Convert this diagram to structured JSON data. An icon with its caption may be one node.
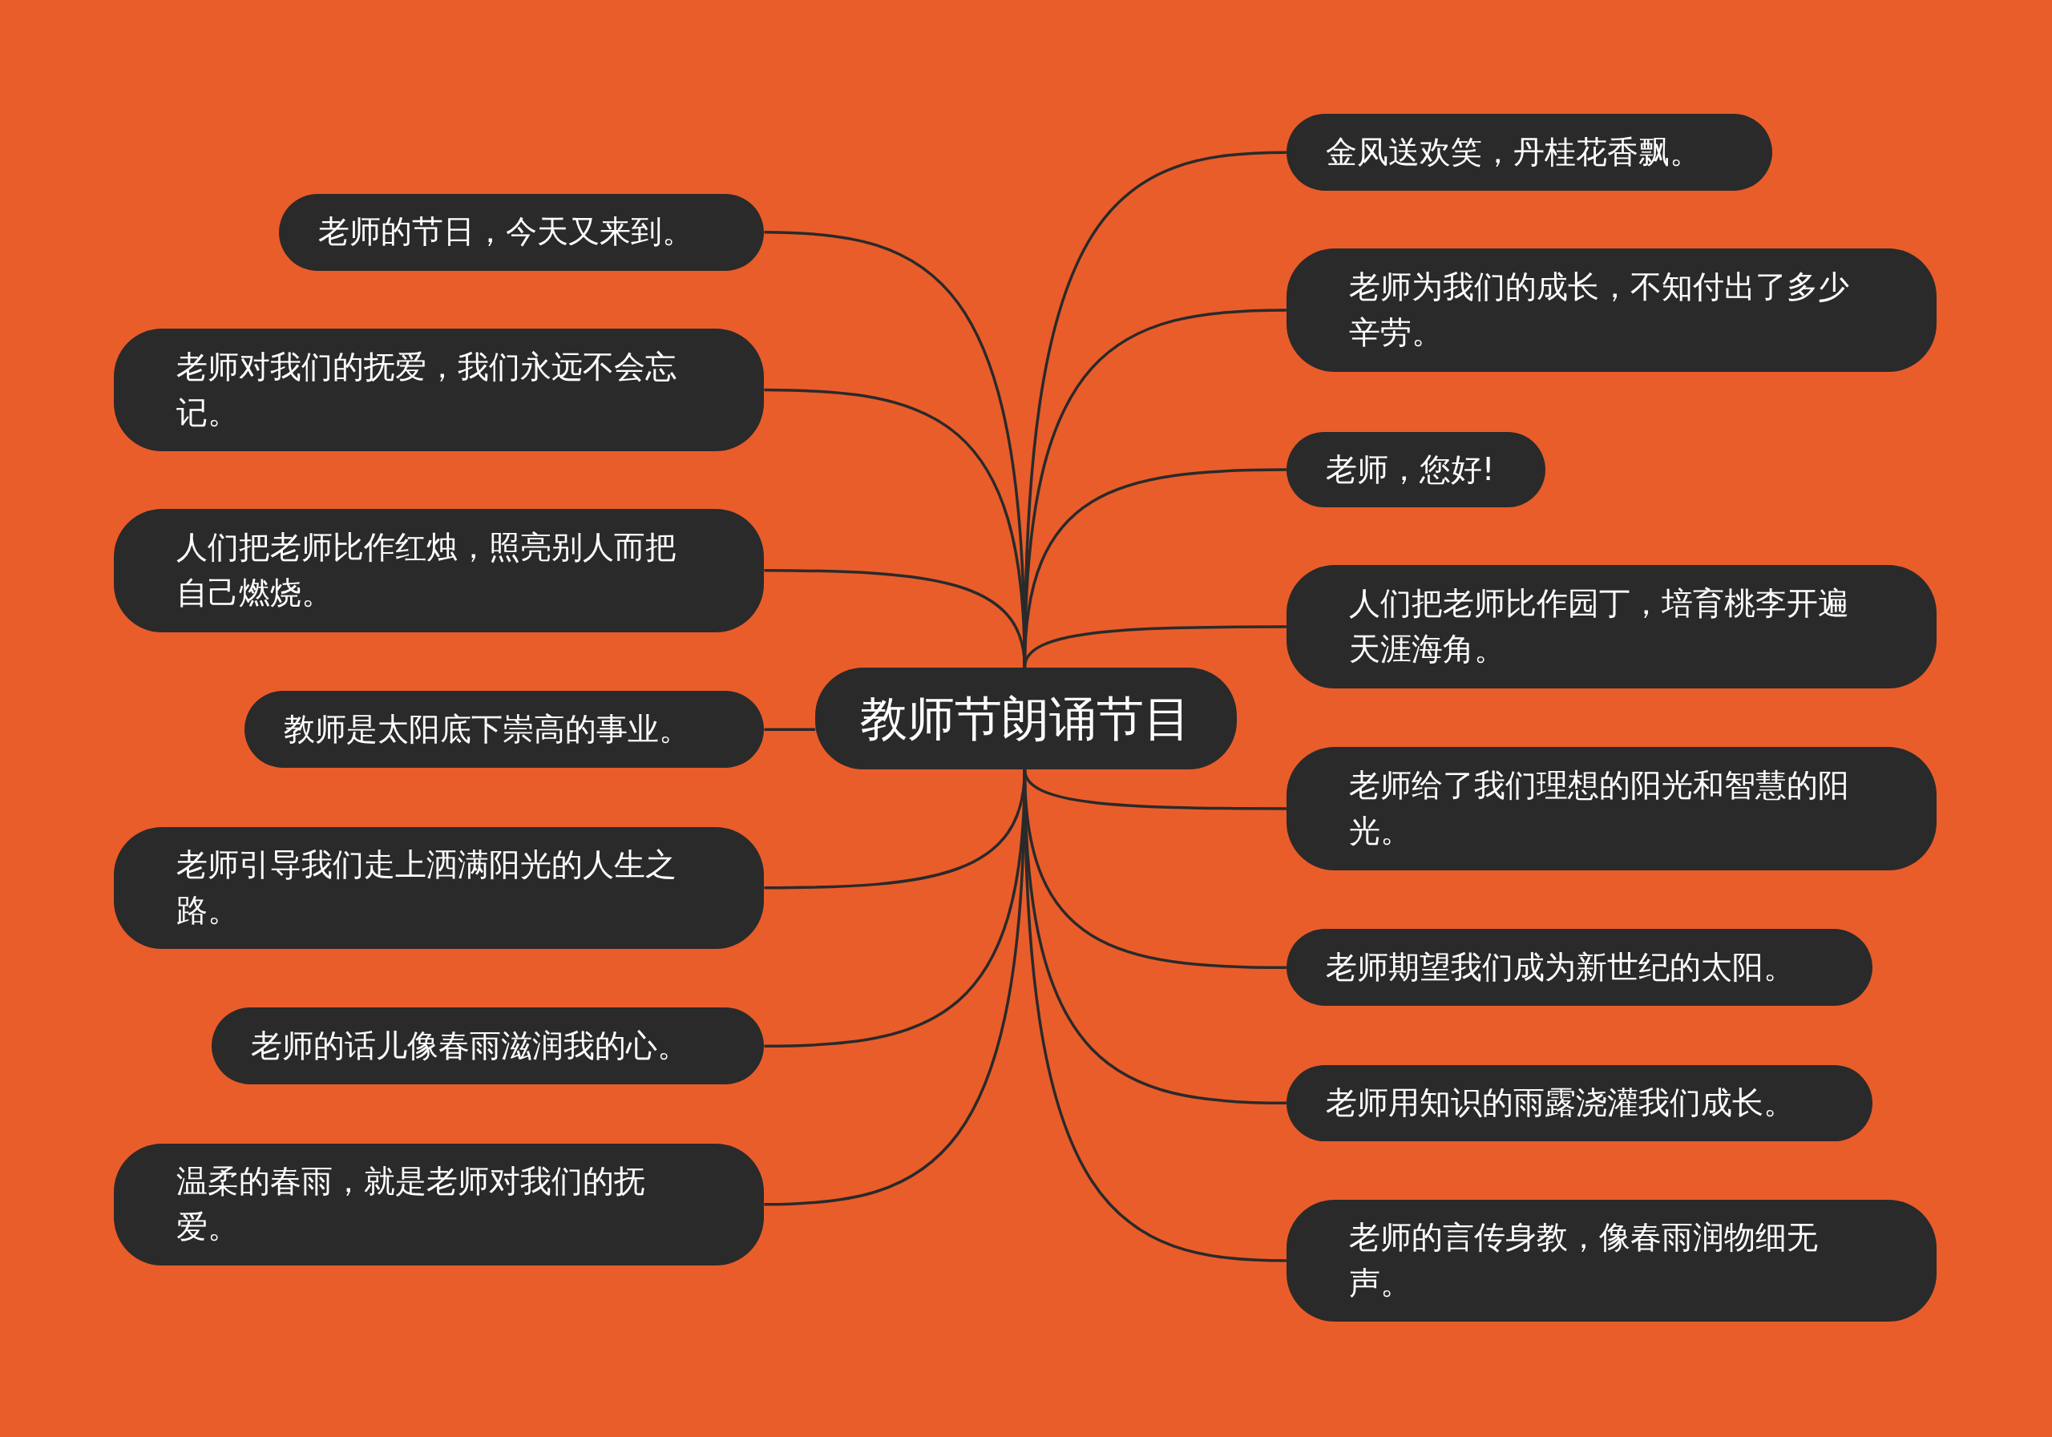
{
  "diagram": {
    "nodes": [
      {
        "text": [
          "教师节朗诵节目"
        ]
      },
      {
        "text": [
          "老师的节日，今天又来到。"
        ]
      },
      {
        "text": [
          "老师对我们的抚爱，我们永远不会忘记。"
        ]
      },
      {
        "text": [
          "人们把老师比作红烛，照亮别人而把自己燃烧。"
        ]
      },
      {
        "text": [
          "教师是太阳底下崇高的事业。"
        ]
      },
      {
        "text": [
          "老师引导我们走上洒满阳光的人生之路。"
        ]
      },
      {
        "text": [
          "老师的话儿像春雨滋润我的心。"
        ]
      },
      {
        "text": [
          "温柔的春雨，就是老师对我们的抚爱。"
        ]
      },
      {
        "text": [
          "金风送欢笑，丹桂花香飘。"
        ]
      },
      {
        "text": [
          "老师为我们的成长，不知付出了多少辛劳。"
        ]
      },
      {
        "text": [
          "老师，您好!"
        ]
      },
      {
        "text": [
          "人们把老师比作园丁，培育桃李开遍天涯海角。"
        ]
      },
      {
        "text": [
          "老师给了我们理想的阳光和智慧的阳光。"
        ]
      },
      {
        "text": [
          "老师期望我们成为新世纪的太阳。"
        ]
      },
      {
        "text": [
          "老师用知识的雨露浇灌我们成长。"
        ]
      },
      {
        "text": [
          "老师的言传身教，像春雨润物细无声。"
        ]
      }
    ],
    "edges": [
      {
        "from": 0,
        "to": 1,
        "arrow": "none"
      },
      {
        "from": 0,
        "to": 2,
        "arrow": "none"
      },
      {
        "from": 0,
        "to": 3,
        "arrow": "none"
      },
      {
        "from": 0,
        "to": 4,
        "arrow": "none"
      },
      {
        "from": 0,
        "to": 5,
        "arrow": "none"
      },
      {
        "from": 0,
        "to": 6,
        "arrow": "none"
      },
      {
        "from": 0,
        "to": 7,
        "arrow": "none"
      },
      {
        "from": 0,
        "to": 8,
        "arrow": "none"
      },
      {
        "from": 0,
        "to": 9,
        "arrow": "none"
      },
      {
        "from": 0,
        "to": 10,
        "arrow": "none"
      },
      {
        "from": 0,
        "to": 11,
        "arrow": "none"
      },
      {
        "from": 0,
        "to": 12,
        "arrow": "none"
      },
      {
        "from": 0,
        "to": 13,
        "arrow": "none"
      },
      {
        "from": 0,
        "to": 14,
        "arrow": "none"
      },
      {
        "from": 0,
        "to": 15,
        "arrow": "none"
      }
    ]
  }
}
